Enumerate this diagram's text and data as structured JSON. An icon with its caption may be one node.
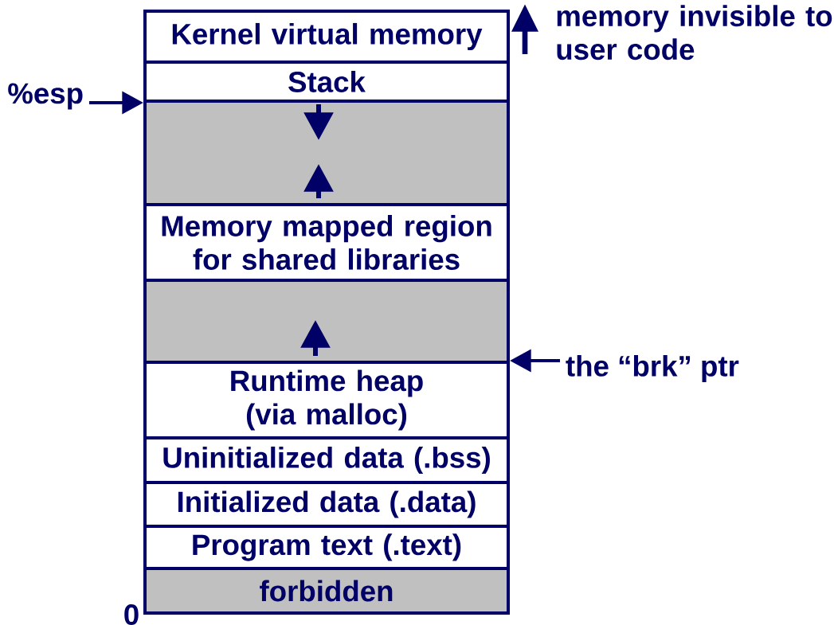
{
  "diagram": {
    "nodes": [
      {
        "text": [
          "Kernel virtual memory"
        ],
        "beside": [
          "memory invisible to user code"
        ]
      },
      {
        "text": [
          "Stack"
        ]
      },
      {
        "text": [],
        "shape": "box"
      },
      {
        "text": [
          "Memory mapped region for shared libraries"
        ]
      },
      {
        "text": [],
        "shape": "box"
      },
      {
        "text": [
          "Runtime heap (via malloc)"
        ]
      },
      {
        "text": [
          "Uninitialized data (.bss)"
        ]
      },
      {
        "text": [
          "Initialized data (.data)"
        ]
      },
      {
        "text": [
          "Program text (.text)"
        ]
      },
      {
        "text": [
          "forbidden"
        ]
      },
      {
        "text": [
          "%esp"
        ]
      },
      {
        "text": [
          "the “brk” ptr"
        ]
      }
    ],
    "edges": [
      {
        "from": 10,
        "to": 1,
        "arrow": "to"
      },
      {
        "from": 11,
        "to": 5,
        "arrow": "to"
      }
    ],
    "labels": [
      "0"
    ]
  }
}
